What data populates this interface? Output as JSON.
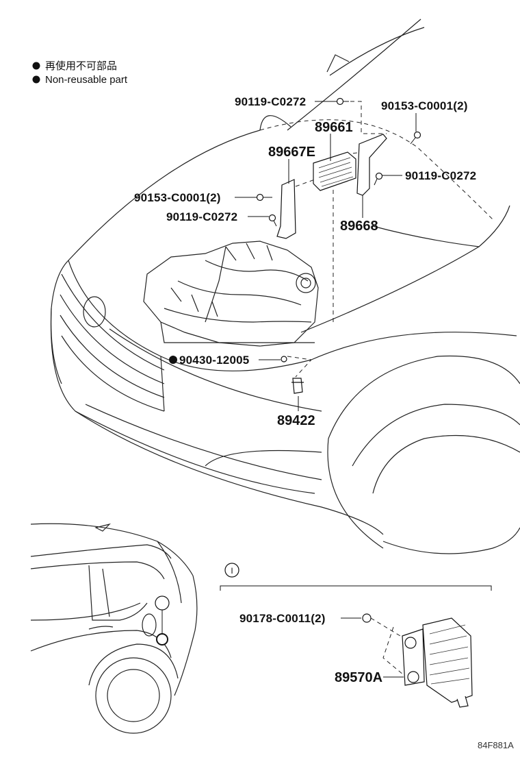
{
  "legend": {
    "items": [
      {
        "text": "再使用不可部品"
      },
      {
        "text": "Non-reusable part"
      }
    ]
  },
  "parts": {
    "p90119_top": "90119-C0272",
    "p90153_right": "90153-C0001(2)",
    "p89661": "89661",
    "p89667E": "89667E",
    "p90119_right": "90119-C0272",
    "p90153_left": "90153-C0001(2)",
    "p90119_left": "90119-C0272",
    "p89668": "89668",
    "p90430": "90430-12005",
    "p89422": "89422",
    "p90178": "90178-C0011(2)",
    "p89570A": "89570A"
  },
  "callout": "I",
  "figure_code": "84F881A"
}
